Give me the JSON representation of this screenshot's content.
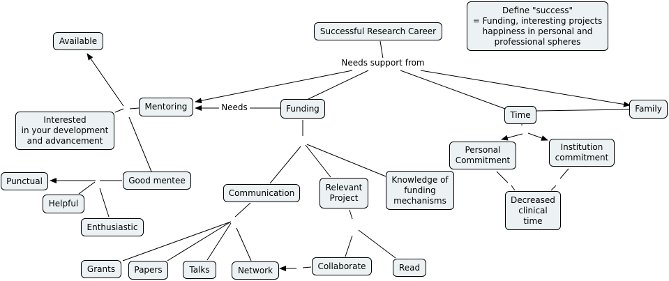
{
  "concepts": {
    "root": "Successful Research Career",
    "define": "Define \"success\"\n= Funding, interesting projects\nhappiness in personal and\nprofessional spheres",
    "available": "Available",
    "mentoring": "Mentoring",
    "interested": "Interested\nin your development\nand advancement",
    "good_mentee": "Good mentee",
    "punctual": "Punctual",
    "helpful": "Helpful",
    "enthusiastic": "Enthusiastic",
    "funding": "Funding",
    "communication": "Communication",
    "relevant_project": "Relevant\nProject",
    "knowledge": "Knowledge of\nfunding\nmechanisms",
    "grants": "Grants",
    "papers": "Papers",
    "talks": "Talks",
    "network": "Network",
    "collaborate": "Collaborate",
    "read": "Read",
    "time": "Time",
    "family": "Family",
    "personal_commitment": "Personal\nCommitment",
    "institution_commitment": "Institution\ncommitment",
    "decreased_clinical_time": "Decreased\nclinical\ntime"
  },
  "linking_phrases": {
    "needs_support_from": "Needs support from",
    "needs": "Needs"
  }
}
